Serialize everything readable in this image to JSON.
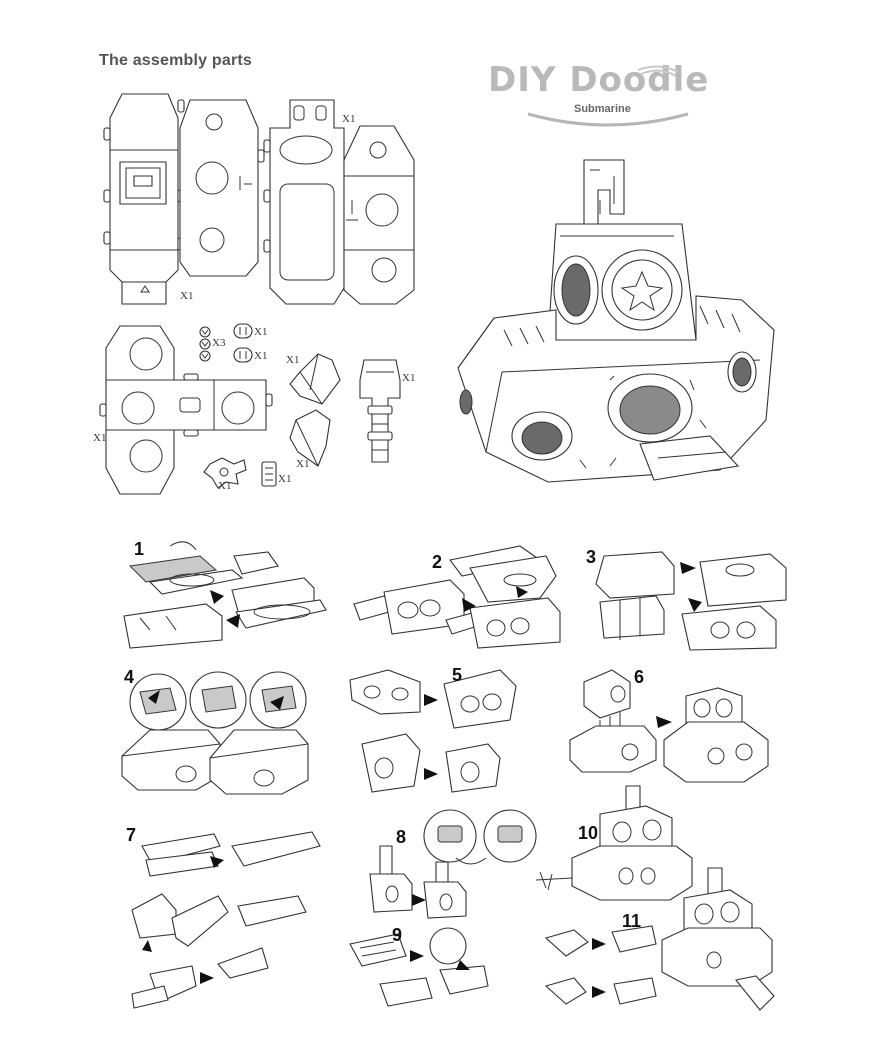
{
  "heading": "The assembly parts",
  "brand": {
    "name": "DIY Doodle",
    "subtitle": "Submarine",
    "accent_color": "#b9b9b9"
  },
  "parts": {
    "body_side_qty": "X1",
    "body_top_qty": "X1",
    "body_top_qty_2": "X1",
    "nose_qty": "X1",
    "tab_qty": "X3",
    "ring_qty": "X1",
    "ring_qty_2": "X1",
    "periscope_qty": "X1",
    "curve_qty": "X1",
    "curve_qty_2": "X1",
    "propeller_qty": "X1",
    "card_qty": "X1"
  },
  "steps": [
    "1",
    "2",
    "3",
    "4",
    "5",
    "6",
    "7",
    "8",
    "9",
    "10",
    "11"
  ]
}
